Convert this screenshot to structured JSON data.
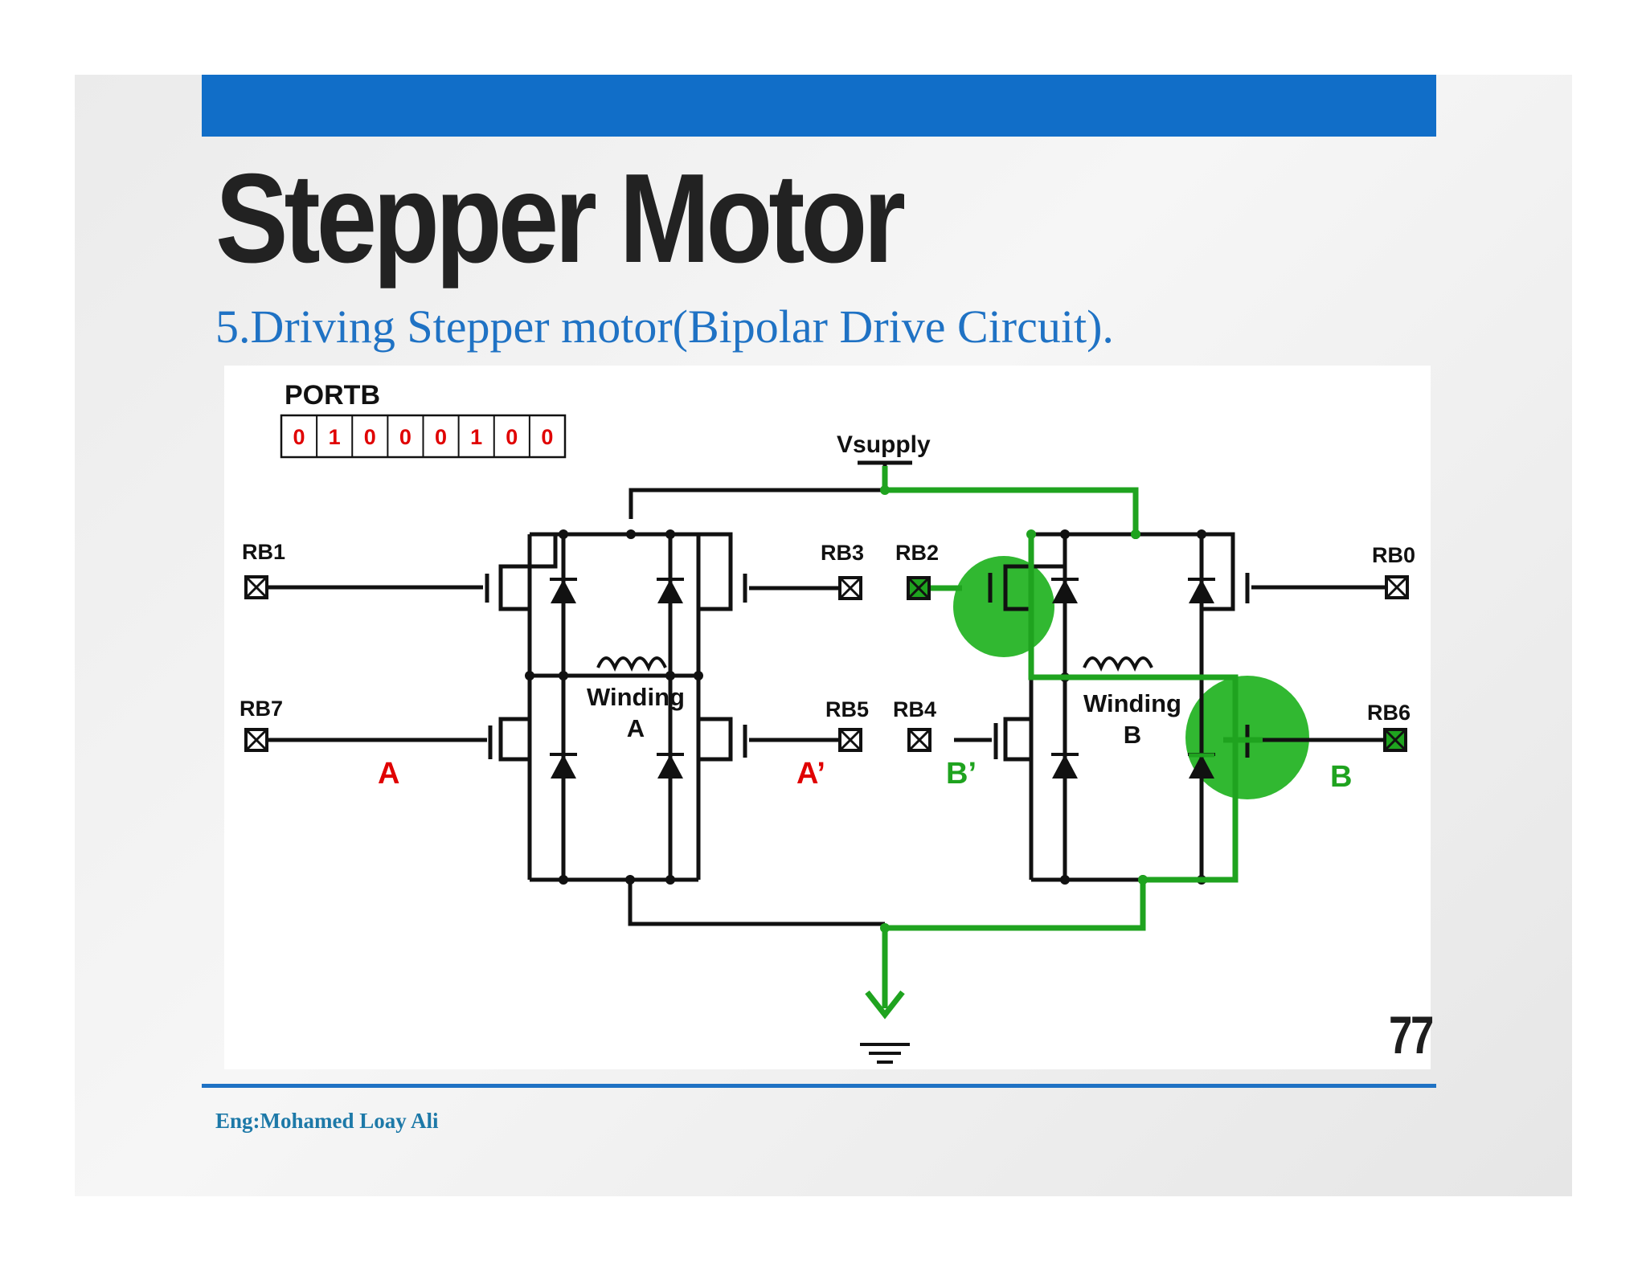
{
  "slide": {
    "title": "Stepper Motor",
    "subtitle": "5.Driving Stepper motor(Bipolar Drive Circuit).",
    "page_number": "77",
    "footer": "Eng:Mohamed Loay Ali"
  },
  "colors": {
    "accent_blue": "#116ec8",
    "active_green": "#1fa31f",
    "bit_red": "#e00000",
    "wire_black": "#111111"
  },
  "diagram": {
    "port_label": "PORTB",
    "port_bits": [
      "0",
      "1",
      "0",
      "0",
      "0",
      "1",
      "0",
      "0"
    ],
    "supply_label": "Vsupply",
    "winding_a": {
      "line1": "Winding",
      "line2": "A"
    },
    "winding_b": {
      "line1": "Winding",
      "line2": "B"
    },
    "pins": {
      "rb1": "RB1",
      "rb7": "RB7",
      "rb3": "RB3",
      "rb5": "RB5",
      "rb2": "RB2",
      "rb4": "RB4",
      "rb0": "RB0",
      "rb6": "RB6"
    },
    "phase_labels": {
      "a": "A",
      "a_prime": "A’",
      "b_prime": "B’",
      "b": "B"
    },
    "active_pins": [
      "RB2",
      "RB6"
    ],
    "ground_icon": "ground-icon"
  }
}
